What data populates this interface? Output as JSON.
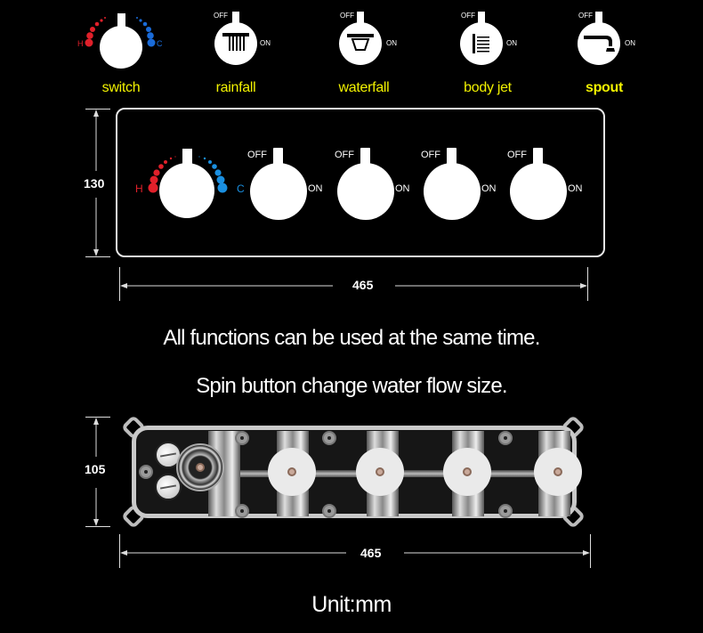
{
  "legend": {
    "items": [
      {
        "id": "switch",
        "label": "switch",
        "icon": "hot-cold-dial-icon",
        "hot": "H",
        "cold": "C"
      },
      {
        "id": "rainfall",
        "label": "rainfall",
        "icon": "rainfall-shower-icon",
        "off": "OFF",
        "on": "ON"
      },
      {
        "id": "waterfall",
        "label": "waterfall",
        "icon": "waterfall-shower-icon",
        "off": "OFF",
        "on": "ON"
      },
      {
        "id": "body_jet",
        "label": "body jet",
        "icon": "body-jet-icon",
        "off": "OFF",
        "on": "ON"
      },
      {
        "id": "spout",
        "label": "spout",
        "icon": "spout-icon",
        "off": "OFF",
        "on": "ON"
      }
    ],
    "label_color": "#f2f200"
  },
  "panel": {
    "height_dim": "130",
    "width_dim": "465",
    "knobs": [
      {
        "type": "temperature",
        "hot": "H",
        "cold": "C"
      },
      {
        "type": "on-off",
        "off": "OFF",
        "on": "ON"
      },
      {
        "type": "on-off",
        "off": "OFF",
        "on": "ON"
      },
      {
        "type": "on-off",
        "off": "OFF",
        "on": "ON"
      },
      {
        "type": "on-off",
        "off": "OFF",
        "on": "ON"
      }
    ],
    "hot_color": "#e0202a",
    "cold_color": "#1a8fe0"
  },
  "text": {
    "line1": "All functions can be used at the same time.",
    "line2": "Spin button change water flow size."
  },
  "valve": {
    "height_dim": "105",
    "width_dim": "465",
    "cartridges": 4
  },
  "unit": "Unit:mm"
}
